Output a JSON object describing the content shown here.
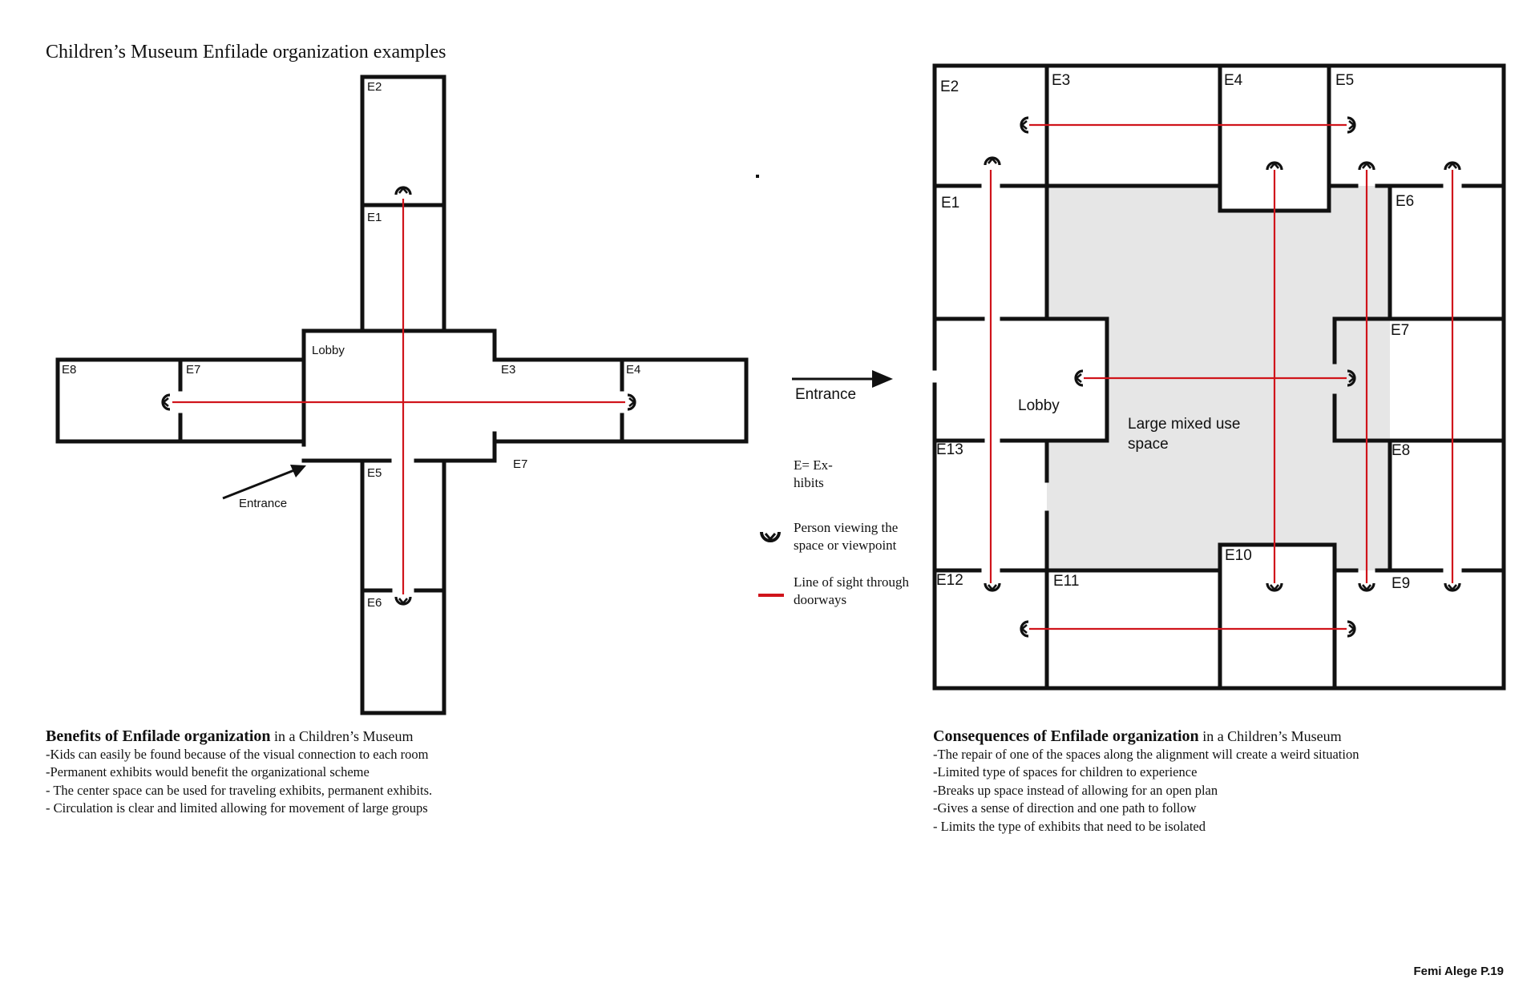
{
  "title": "Children’s Museum Enfilade organization examples",
  "left_plan": {
    "rooms": [
      "E2",
      "E1",
      "Lobby",
      "E8",
      "E7",
      "E3",
      "E4",
      "E7",
      "E5",
      "E6"
    ],
    "entrance": "Entrance"
  },
  "right_plan": {
    "rooms": [
      "E2",
      "E3",
      "E4",
      "E5",
      "E1",
      "E6",
      "E7",
      "E13",
      "E8",
      "E12",
      "E11",
      "E10",
      "E9"
    ],
    "lobby": "Lobby",
    "center_line1": "Large mixed use",
    "center_line2": "space",
    "entrance": "Entrance"
  },
  "legend": {
    "exhibits_line1": "E= Ex-",
    "exhibits_line2": "hibits",
    "viewer_line1": "Person viewing the",
    "viewer_line2": "space or viewpoint",
    "sight_line1": "Line of sight through",
    "sight_line2": "doorways",
    "colors": {
      "sight": "#d0141b",
      "shaded": "#e6e6e6"
    }
  },
  "benefits": {
    "heading_bold": "Benefits of Enfilade organization",
    "heading_rest": " in a Children’s Museum",
    "items": [
      "-Kids can easily be found because of the visual connection to each room",
      "-Permanent exhibits would benefit the organizational scheme",
      "- The center space can be used for traveling exhibits, permanent exhibits.",
      "- Circulation is clear and limited allowing for movement of large groups"
    ]
  },
  "consequences": {
    "heading_bold": "Consequences of Enfilade organization",
    "heading_rest": " in a Children’s Museum",
    "items": [
      "-The repair of one of the spaces along the alignment will create a weird situation",
      "-Limited type of spaces for children to experience",
      "-Breaks up space instead of allowing for an open plan",
      "-Gives a sense of direction and one path to follow",
      "- Limits the type of exhibits that need to be isolated"
    ]
  },
  "footer": "Femi Alege P.19"
}
